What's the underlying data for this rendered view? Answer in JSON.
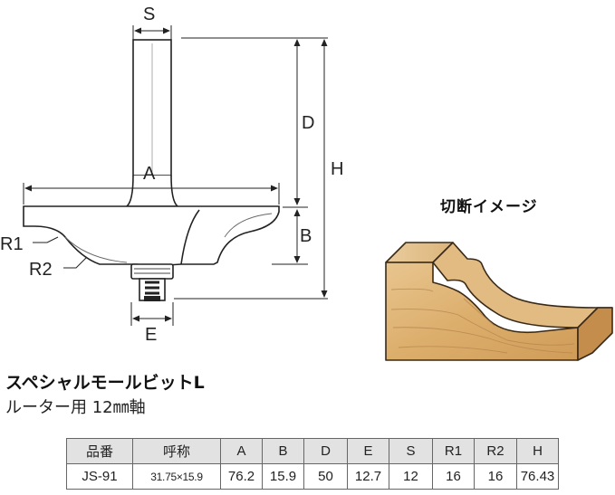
{
  "diagram": {
    "labels": {
      "S": "S",
      "D": "D",
      "H": "H",
      "A": "A",
      "B": "B",
      "E": "E",
      "R1": "R1",
      "R2": "R2"
    }
  },
  "cross_section": {
    "title": "切断イメージ"
  },
  "product": {
    "name": "スペシャルモールビットL",
    "subtitle": "ルーター用 12㎜軸"
  },
  "spec_table": {
    "headers": [
      "品番",
      "呼称",
      "A",
      "B",
      "D",
      "E",
      "S",
      "R1",
      "R2",
      "H"
    ],
    "row": [
      "JS-91",
      "31.75×15.9",
      "76.2",
      "15.9",
      "50",
      "12.7",
      "12",
      "16",
      "16",
      "76.43"
    ]
  },
  "colors": {
    "line": "#222222",
    "wood_light": "#e6c594",
    "wood_mid": "#d9ae72",
    "wood_dark": "#b98546",
    "table_header_bg": "#e2e2e2"
  }
}
